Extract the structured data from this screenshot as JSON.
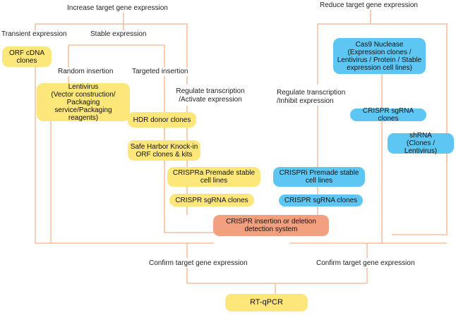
{
  "labels": {
    "increase": "Increase target gene expression",
    "reduce": "Reduce target gene expression",
    "transient": "Transient expression",
    "stable": "Stable expression",
    "random": "Random insertion",
    "targeted": "Targeted insertion",
    "regulate_activate": "Regulate transcription\n/Activate expression",
    "regulate_inhibit": "Regulate transcription\n/Inhibit expression",
    "confirm_left": "Confirm target gene expression",
    "confirm_right": "Confirm target gene expression"
  },
  "nodes": {
    "orf_cdna": "ORF cDNA\nclones",
    "lentivirus": "Lentivirus\n(Vector construction/\nPackaging service/Packaging\nreagents)",
    "hdr": "HDR donor clones",
    "safe_harbor": "Safe Harbor Knock-in\nORF clones & kits",
    "crispra": "CRISPRa Premade stable\ncell lines",
    "crispr_sgrna_left": "CRISPR sgRNA clones",
    "crispr_detect": "CRISPR insertion or deletion\ndetection system",
    "cas9": "Cas9 Nuclease\n(Expression clones /\nLentivirus / Protein / Stable\nexpression cell lines)",
    "crispr_sgrna_right_top": "CRISPR sgRNA clones",
    "shrna": "shRNA\n(Clones / Lentivirus)",
    "crispri": "CRISPRi Premade stable\ncell lines",
    "crispr_sgrna_right_bottom": "CRISPR sgRNA clones",
    "rtqpcr": "RT-qPCR"
  },
  "colors": {
    "yellow": "#fde77a",
    "blue": "#5ec6f2",
    "orange": "#f2a07f",
    "connector": "#f0b48e"
  }
}
